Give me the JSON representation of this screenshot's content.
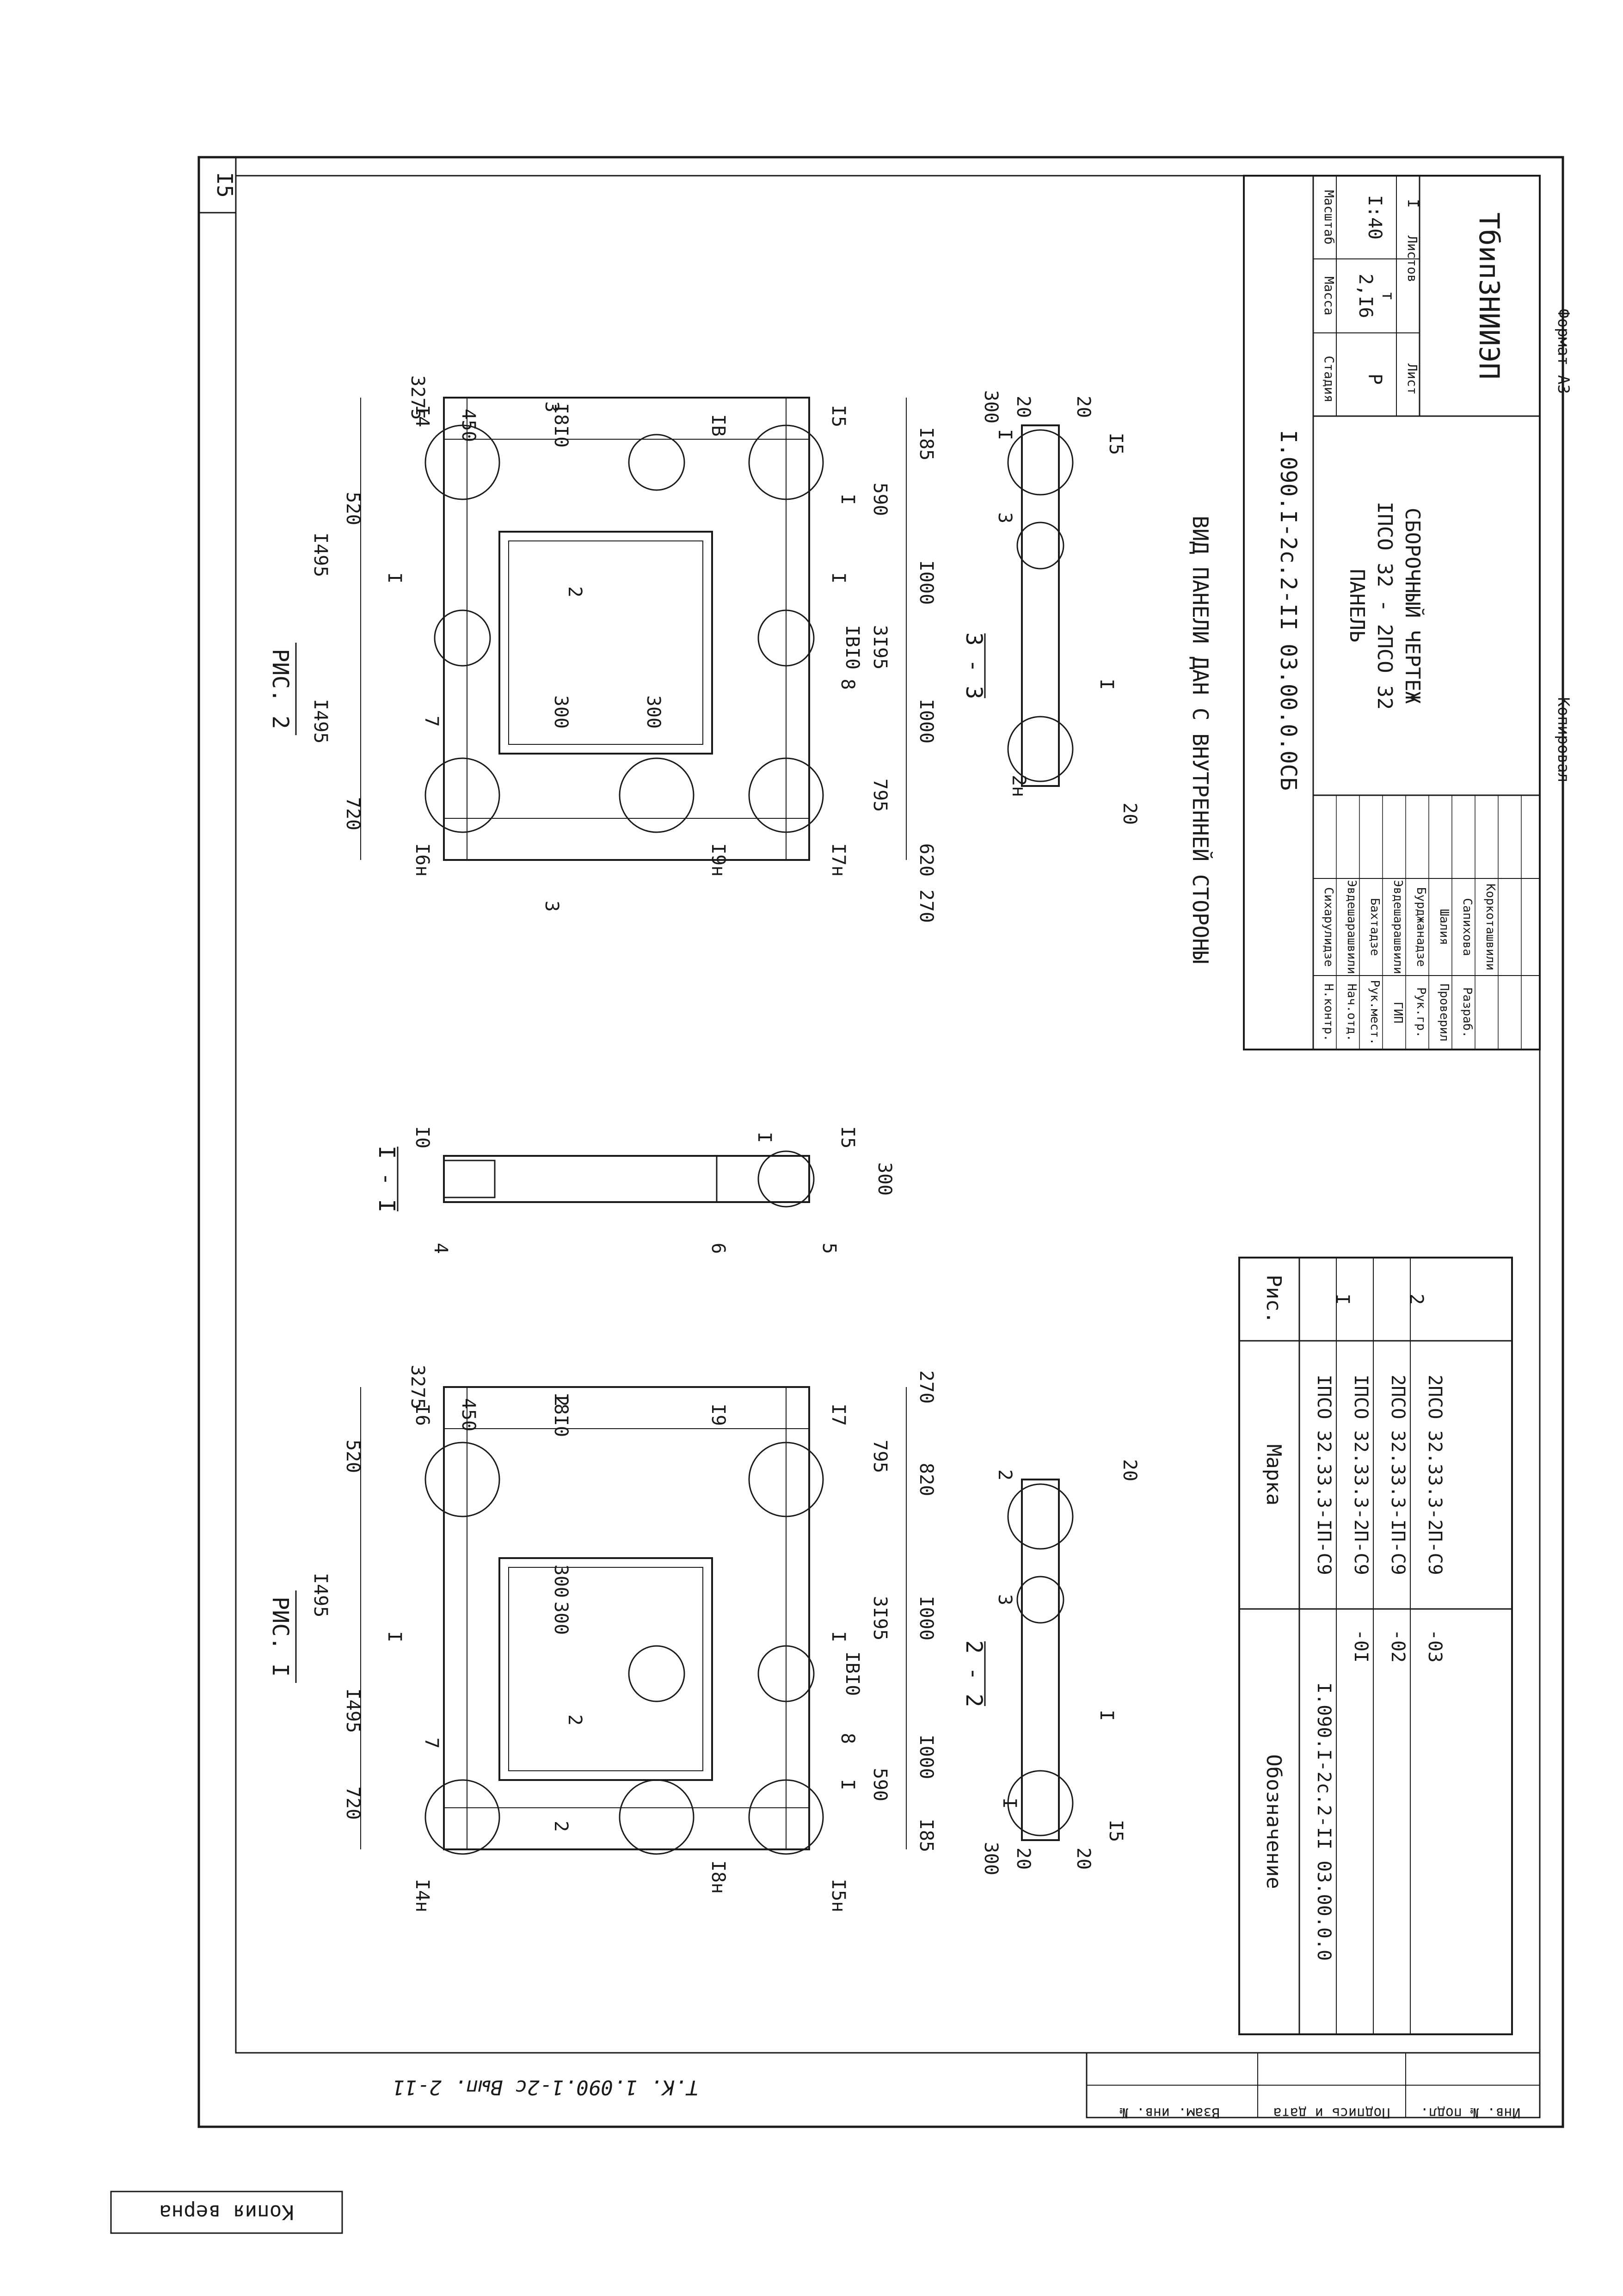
{
  "page": {
    "number": "I5"
  },
  "album_ref": "Т.К. 1.090.1-2с Вып. 2-11",
  "stamps": {
    "copies": "Копия верна",
    "bottom_copied_by": "Копировал",
    "format": "Формат А3"
  },
  "left_strip": {
    "f1": "Инв. № подл.",
    "f2": "Подпись и дата",
    "f3": "Взам. инв. №"
  },
  "fig1": {
    "title": "РИС. I",
    "top_dims": [
      "520",
      "I495",
      "I495",
      "720"
    ],
    "right_dims": [
      "270",
      "820",
      "I000",
      "I000",
      "I85"
    ],
    "inner": {
      "w1": "300",
      "w2": "300",
      "h": "IBI0",
      "top_w": "I8I0",
      "left": "590",
      "right": "795",
      "overall": "3I95",
      "height": "3275",
      "small": "450"
    },
    "nodes": [
      "I4н",
      "I6",
      "I8н",
      "I9",
      "I5н",
      "I7"
    ],
    "items": [
      "7",
      "2",
      "I",
      "8"
    ],
    "sections": [
      "I",
      "I",
      "2",
      "2"
    ]
  },
  "fig2": {
    "title": "РИС. 2",
    "top_dims": [
      "720",
      "I495",
      "I495",
      "520"
    ],
    "right_dims": [
      "270",
      "620",
      "I000",
      "I000",
      "I85"
    ],
    "inner": {
      "w1": "300",
      "w2": "300",
      "h": "IBI0",
      "top_w": "I8I0",
      "left": "795",
      "right": "590",
      "overall": "3I95",
      "height": "3275",
      "small": "450"
    },
    "nodes": [
      "I6н",
      "I4",
      "I9н",
      "IB",
      "I7н",
      "I5"
    ],
    "items": [
      "7",
      "2",
      "I",
      "8"
    ],
    "sections": [
      "I",
      "I",
      "3",
      "3"
    ]
  },
  "sec11": {
    "title": "I - I",
    "dims": [
      "I0",
      "I5",
      "300"
    ],
    "items": [
      "4",
      "6",
      "5",
      "I"
    ]
  },
  "sec22": {
    "title": "2 - 2",
    "dims": [
      "300",
      "20",
      "20",
      "I5",
      "20"
    ],
    "items": [
      "I",
      "3",
      "2",
      "I"
    ]
  },
  "sec33": {
    "title": "3 - 3",
    "dims": [
      "300",
      "20",
      "20",
      "I5",
      "20"
    ],
    "items": [
      "I",
      "3",
      "I",
      "2н"
    ]
  },
  "view_note": "ВИД ПАНЕЛИ ДАН С ВНУТРЕННЕЙ СТОРОНЫ",
  "spec": {
    "headers": [
      "Обозначение",
      "Марка",
      "Рис."
    ],
    "rows": [
      {
        "designation": "I.090.I-2с.2-II 03.00.0.0",
        "mark": "IПСО 32.33.3-IП-С9",
        "fig": "I"
      },
      {
        "designation": "-0I",
        "mark": "IПСО 32.33.3-2П-С9",
        "fig": ""
      },
      {
        "designation": "-02",
        "mark": "2ПСО 32.33.3-IП-С9",
        "fig": "2"
      },
      {
        "designation": "-03",
        "mark": "2ПСО 32.33.3-2П-С9",
        "fig": ""
      }
    ]
  },
  "title_block": {
    "code": "I.090.I-2с.2-II 03.00.0.0СБ",
    "name_lines": [
      "ПАНЕЛЬ",
      "IПСО 32 - 2ПСО 32",
      "СБОРОЧНЫЙ ЧЕРТЕЖ"
    ],
    "labels": {
      "stage": "Стадия",
      "mass": "Масса",
      "scale": "Масштаб",
      "sheet": "Лист",
      "sheets": "Листов"
    },
    "values": {
      "stage": "Р",
      "mass": "2,I6",
      "mass_unit": "т",
      "scale": "I:40",
      "sheets": "I"
    },
    "org": "ТбипЗНИИЭП",
    "people": [
      {
        "role": "Н.контр.",
        "name": "Сихарулидзе"
      },
      {
        "role": "Нач.отд.",
        "name": "Эвдешарашвили"
      },
      {
        "role": "Рук.мест.",
        "name": "Бахтадзе"
      },
      {
        "role": "ГИП",
        "name": "Эвдешарашвили"
      },
      {
        "role": "Рук.гр.",
        "name": "Бурджанадзе"
      },
      {
        "role": "Проверил",
        "name": "Шалия"
      },
      {
        "role": "Разраб.",
        "name": "Сапихова"
      },
      {
        "role": "",
        "name": "Коркоташвили"
      }
    ]
  }
}
